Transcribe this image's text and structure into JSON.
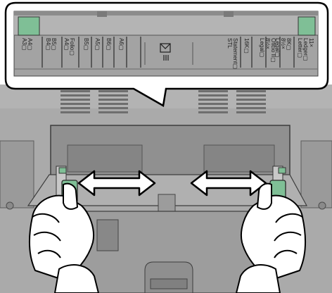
{
  "tray_labels": {
    "a4_a3": "A4▢\nA3▢",
    "b5_b4": "B5▢\nB4▢",
    "folio_a4": "Folio▢\nA4▢",
    "b5": "B5▢",
    "a5": "A5▢",
    "b6": "B6▢",
    "a6": "A6▢",
    "statement": "Statement▢\nSTL",
    "k16": "16K▢",
    "oficio_legal": "Oficio II▢\n8½×\nLegal▢",
    "k8_legal": "8K▢\n8½×\nLegal▢",
    "ledger_letter": "11×\nLedger▢\nLetter▢"
  },
  "colors": {
    "guide_green": "#7fbf96",
    "panel_gray": "#8c8c8c",
    "body_gray": "#a8a8a8"
  },
  "icons": [
    "envelope-icon",
    "double-arrow-icon"
  ]
}
